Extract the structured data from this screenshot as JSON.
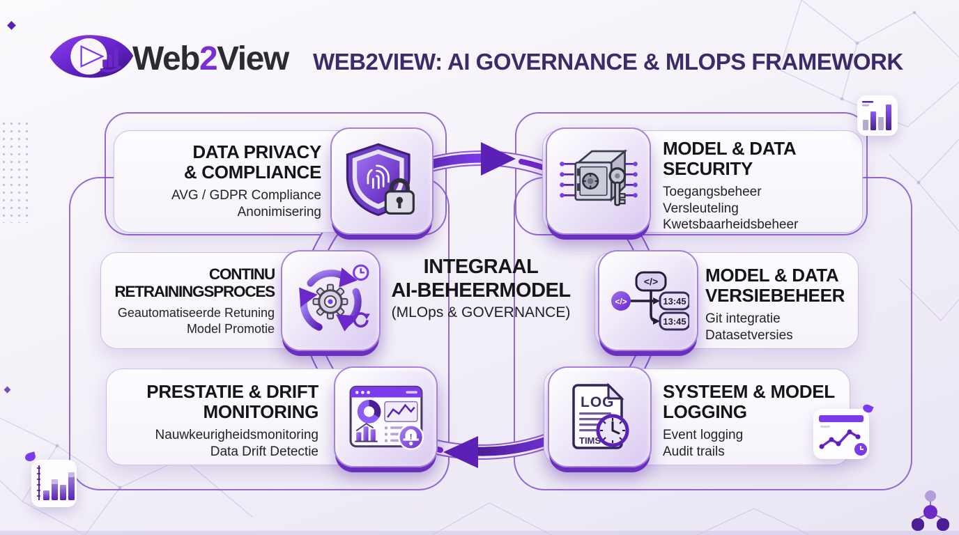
{
  "brand": {
    "logo": "web2view-eye-logo",
    "word_parts": [
      "Web",
      "2",
      "View"
    ]
  },
  "header_title": "WEB2VIEW: AI GOVERNANCE & MLOPS FRAMEWORK",
  "center": {
    "lines": [
      "INTEGRAAL",
      "AI-BEHEERMODEL",
      "(MLOps & GOVERNANCE)"
    ]
  },
  "cards": [
    {
      "id": "data-privacy-compliance",
      "title_lines": [
        "DATA PRIVACY",
        "& COMPLIANCE"
      ],
      "subtitle_lines": [
        "AVG / GDPR Compliance",
        "Anonimisering"
      ],
      "icon": "shield-fingerprint-lock-icon"
    },
    {
      "id": "model-data-security",
      "title_lines": [
        "MODEL & DATA",
        "SECURITY"
      ],
      "subtitle_lines": [
        "Toegangsbeheer",
        "Versleuteling",
        "Kwetsbaarheidsbeheer"
      ],
      "icon": "vault-key-circuit-icon"
    },
    {
      "id": "continu-retrainingsproces",
      "title_lines": [
        "CONTINU",
        "RETRAININGSPROCES"
      ],
      "subtitle_lines": [
        "Geautomatiseerde Retuning",
        "Model Promotie"
      ],
      "icon": "retraining-cycle-icon"
    },
    {
      "id": "model-data-versiebeheer",
      "title_lines": [
        "MODEL & DATA",
        "VERSIEBEHEER"
      ],
      "subtitle_lines": [
        "Git integratie",
        "Datasetversies"
      ],
      "icon": "version-tree-icon",
      "icon_labels": {
        "code": "</>",
        "code2": "</>",
        "time_top": "13:45",
        "time_bottom": "13:45"
      }
    },
    {
      "id": "prestatie-drift-monitoring",
      "title_lines": [
        "PRESTATIE & DRIFT",
        "MONITORING"
      ],
      "subtitle_lines": [
        "Nauwkeurigheidsmonitoring",
        "Data Drift Detectie"
      ],
      "icon": "monitoring-dashboard-bell-icon"
    },
    {
      "id": "systeem-model-logging",
      "title_lines": [
        "SYSTEEM & MODEL",
        "LOGGING"
      ],
      "subtitle_lines": [
        "Event logging",
        "Audit trails"
      ],
      "icon": "log-document-clock-icon",
      "icon_labels": {
        "doc_title": "LOG",
        "doc_footer": "TIMS"
      }
    }
  ],
  "colors": {
    "accent": "#6d28c9",
    "accent_dark": "#4c1d95",
    "accent_light": "#8b5cf6",
    "title_color": "#3d2a68",
    "card_border": "#c9b4ec",
    "outline": "#7d47cc"
  }
}
